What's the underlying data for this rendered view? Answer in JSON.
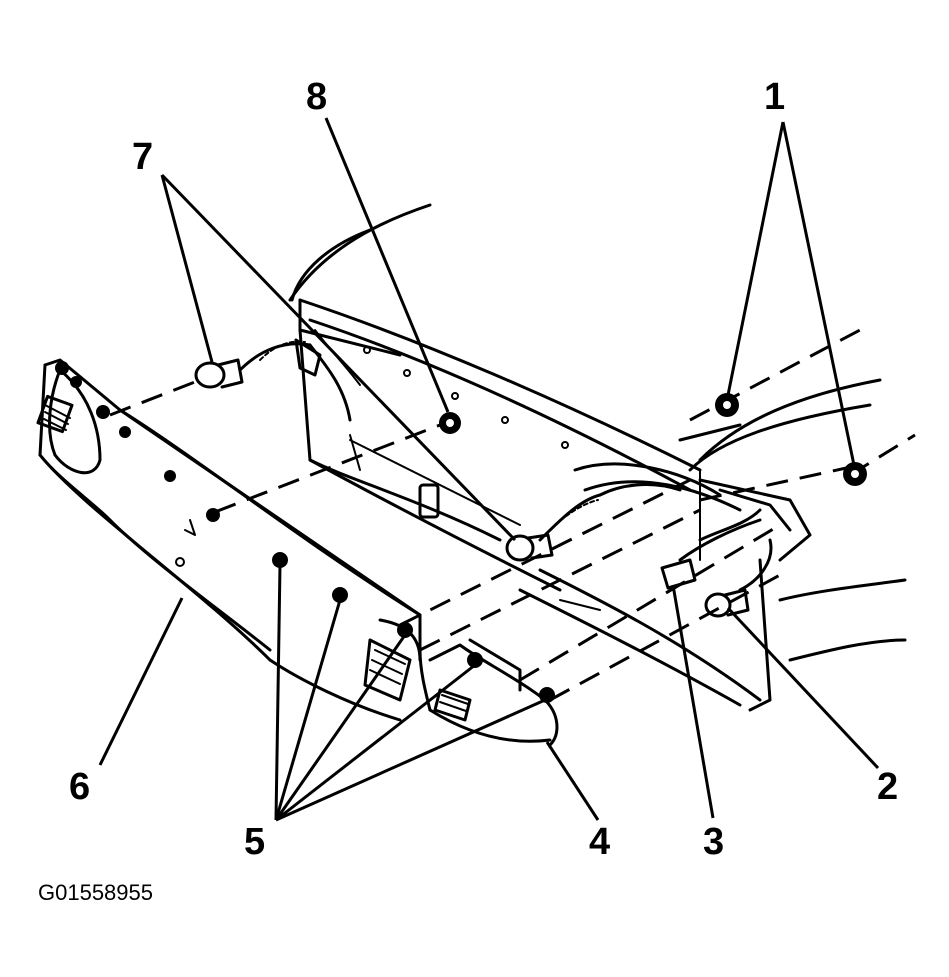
{
  "figure_id": "G01558955",
  "callouts": [
    {
      "key": "c1",
      "text": "1"
    },
    {
      "key": "c2",
      "text": "2"
    },
    {
      "key": "c3",
      "text": "3"
    },
    {
      "key": "c4",
      "text": "4"
    },
    {
      "key": "c5",
      "text": "5"
    },
    {
      "key": "c6",
      "text": "6"
    },
    {
      "key": "c7",
      "text": "7"
    },
    {
      "key": "c8",
      "text": "8"
    }
  ],
  "colors": {
    "ink": "#000000",
    "paper": "#ffffff"
  }
}
